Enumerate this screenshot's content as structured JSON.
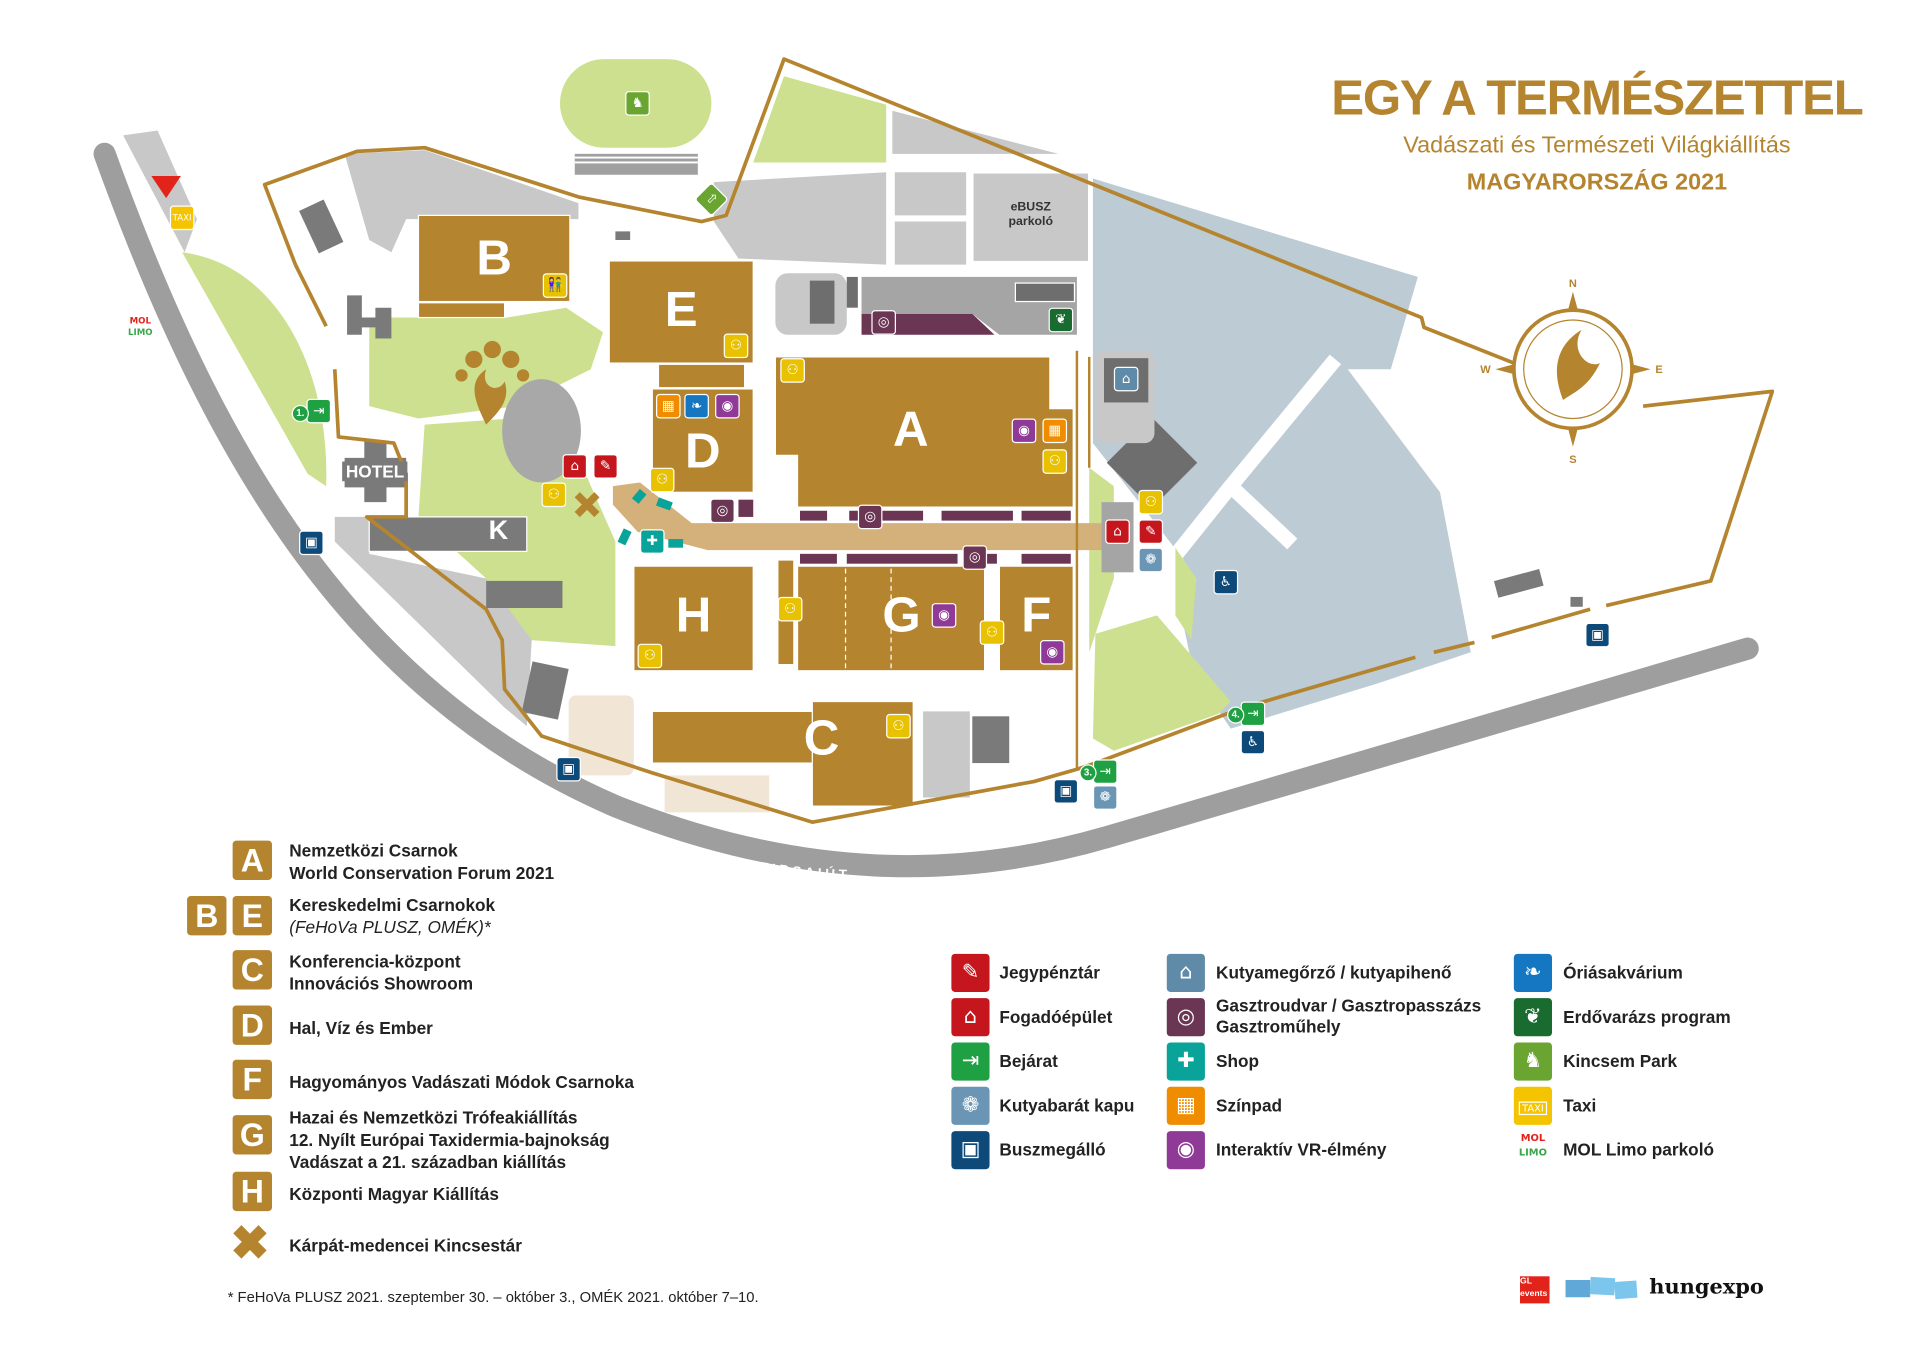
{
  "header": {
    "title": "EGY A TERMÉSZETTEL",
    "subtitle": "Vadászati és Természeti Világkiállítás",
    "edition": "MAGYARORSZÁG 2021"
  },
  "map": {
    "buildings": {
      "A": "A",
      "B": "B",
      "C": "C",
      "D": "D",
      "E": "E",
      "F": "F",
      "G": "G",
      "H": "H",
      "K": "K"
    },
    "hotel": "HOTEL",
    "ebus_parking": [
      "eBUSZ",
      "parkoló"
    ],
    "road_name": "A L B E R T I R S A I   Ú T",
    "compass": {
      "n": "N",
      "e": "E",
      "s": "S",
      "w": "W"
    },
    "entrances": [
      "1.",
      "3.",
      "4."
    ]
  },
  "hall_legend": [
    {
      "letters": [
        "A"
      ],
      "lines": [
        "Nemzetközi Csarnok",
        "World Conservation Forum 2021"
      ]
    },
    {
      "letters": [
        "B",
        "E"
      ],
      "lines": [
        "Kereskedelmi Csarnokok",
        "(FeHoVa PLUSZ, OMÉK)*"
      ]
    },
    {
      "letters": [
        "C"
      ],
      "lines": [
        "Konferencia-központ",
        "Innovációs Showroom"
      ]
    },
    {
      "letters": [
        "D"
      ],
      "lines": [
        "Hal, Víz és Ember"
      ]
    },
    {
      "letters": [
        "F"
      ],
      "lines": [
        "Hagyományos Vadászati Módok Csarnoka"
      ]
    },
    {
      "letters": [
        "G"
      ],
      "lines": [
        "Hazai és Nemzetközi Trófeakiállítás",
        "12. Nyílt Európai Taxidermia-bajnokság",
        "Vadászat a 21. században kiállítás"
      ]
    },
    {
      "letters": [
        "H"
      ],
      "lines": [
        "Központi Magyar Kiállítás"
      ]
    },
    {
      "letters": [
        "✖"
      ],
      "lines": [
        "Kárpát-medencei Kincsestár"
      ]
    }
  ],
  "icon_legend": [
    {
      "icon": "ticket-icon",
      "label": "Jegypénztár",
      "color": "#c5161d"
    },
    {
      "icon": "reception-building-icon",
      "label": "Fogadóépület",
      "color": "#c5161d"
    },
    {
      "icon": "entrance-door-icon",
      "label": "Bejárat",
      "color": "#1fa043"
    },
    {
      "icon": "paw-icon",
      "label": "Kutyabarát kapu",
      "color": "#6a95b5"
    },
    {
      "icon": "bus-icon",
      "label": "Buszmegálló",
      "color": "#0d4a7a"
    },
    {
      "icon": "dog-house-icon",
      "label": "Kutyamegőrző / kutyapihenő",
      "color": "#5f8aa8"
    },
    {
      "icon": "plate-cutlery-icon",
      "label": "Gasztroudvar / Gasztropasszázs Gasztroműhely",
      "color": "#6b3654"
    },
    {
      "icon": "shop-gift-icon",
      "label": "Shop",
      "color": "#0aa39a"
    },
    {
      "icon": "stage-icon",
      "label": "Színpad",
      "color": "#f08c00"
    },
    {
      "icon": "vr-headset-icon",
      "label": "Interaktív VR-élmény",
      "color": "#8e3a96"
    },
    {
      "icon": "aquarium-fish-icon",
      "label": "Óriásakvárium",
      "color": "#1577c1"
    },
    {
      "icon": "leaves-icon",
      "label": "Erdővarázs program",
      "color": "#1a6b2f"
    },
    {
      "icon": "horse-icon",
      "label": "Kincsem Park",
      "color": "#6aa532"
    },
    {
      "icon": "taxi-icon",
      "label": "Taxi",
      "color": "#f5c400"
    },
    {
      "icon": "mol-limo-icon",
      "label": "MOL Limo parkoló",
      "color": "#e2231a"
    }
  ],
  "colors": {
    "gold": "#b5842f",
    "wc": "#e8c100",
    "road": "#9e9e9e",
    "green": "#cde08f",
    "lake": "#bccbd4"
  },
  "footnote": "* FeHoVa PLUSZ 2021. szeptember 30. – október 3., OMÉK 2021. október 7–10.",
  "logos": {
    "gl": "GL events",
    "hungexpo": "hungexpo",
    "mol": "MOL",
    "limo": "LIMO",
    "taxi": "TAXI"
  }
}
